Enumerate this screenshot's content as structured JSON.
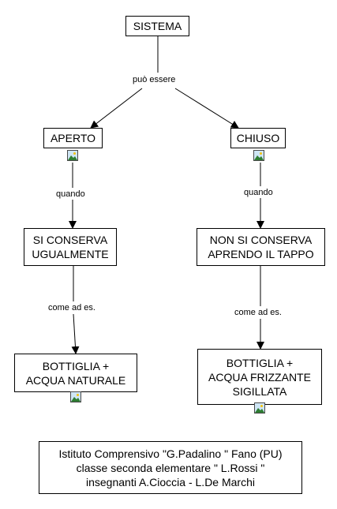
{
  "nodes": {
    "sistema": "SISTEMA",
    "aperto": "APERTO",
    "chiuso": "CHIUSO",
    "si_conserva": "SI CONSERVA\nUGUALMENTE",
    "non_si_conserva": "NON SI CONSERVA\nAPRENDO IL TAPPO",
    "bottiglia_naturale": "BOTTIGLIA +\nACQUA NATURALE",
    "bottiglia_frizzante": "BOTTIGLIA +\nACQUA FRIZZANTE\nSIGILLATA",
    "credits": "Istituto Comprensivo  \"G.Padalino \" Fano (PU)\nclasse seconda elementare \" L.Rossi \"\ninsegnanti A.Cioccia - L.De Marchi"
  },
  "links": {
    "puo_essere": "può essere",
    "quando_left": "quando",
    "quando_right": "quando",
    "come_ad_es_left": "come ad es.",
    "come_ad_es_right": "come ad es."
  },
  "icons": [
    "image-icon",
    "image-icon",
    "image-icon",
    "image-icon"
  ]
}
